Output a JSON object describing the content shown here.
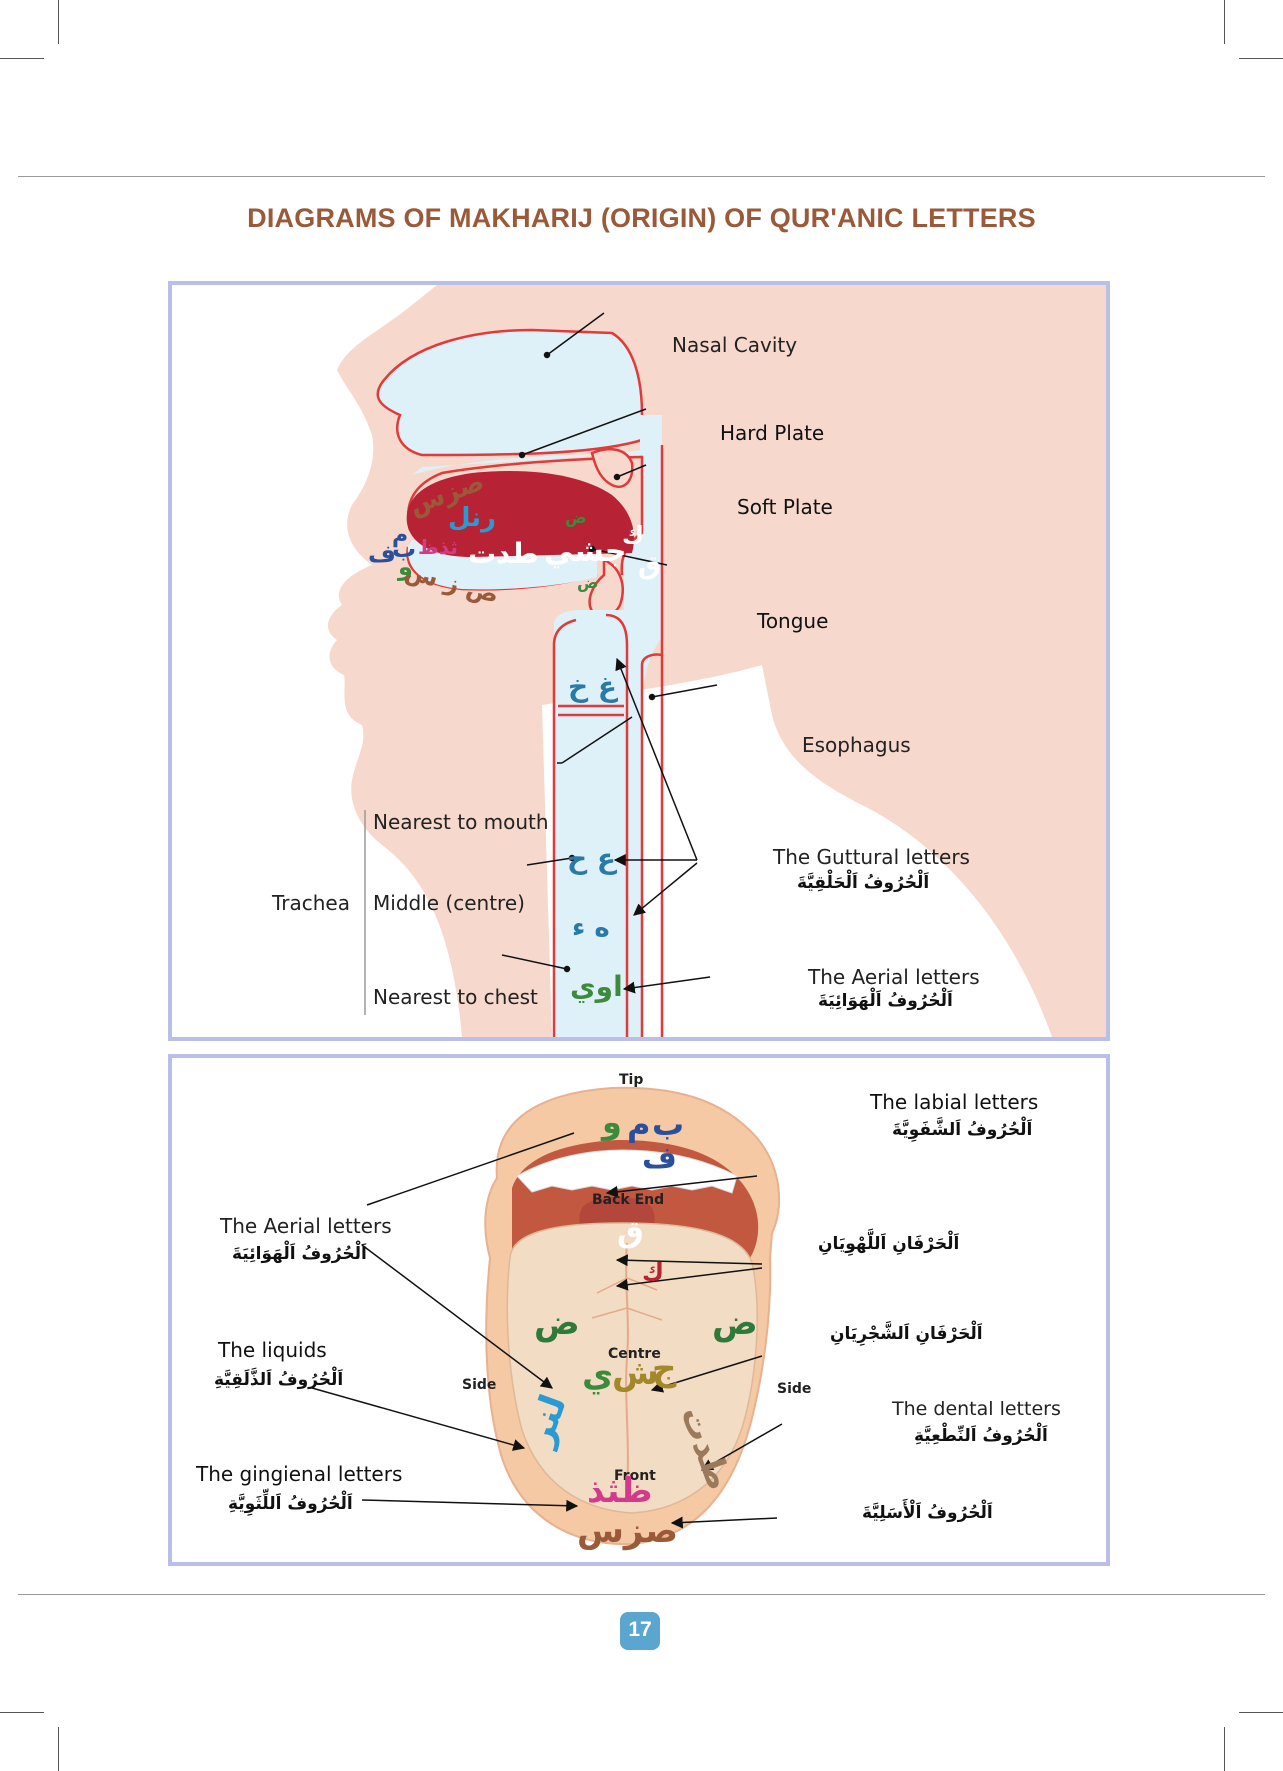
{
  "page": {
    "title": "DIAGRAMS OF MAKHARIJ (ORIGIN) OF QUR'ANIC LETTERS",
    "page_number": "17"
  },
  "colors": {
    "title": "#9a5a3a",
    "skin": "#f6d8cd",
    "cavity": "#dff1f8",
    "outline": "#e03a3a",
    "tongue": "#b72334",
    "frame": "#b9bfe6",
    "badge": "#5ba6cf"
  },
  "top_diagram": {
    "labels": {
      "nasal_cavity": "Nasal Cavity",
      "hard_plate": "Hard Plate",
      "soft_plate": "Soft Plate",
      "tongue": "Tongue",
      "esophagus": "Esophagus",
      "trachea": "Trachea",
      "nearest_to_mouth": "Nearest to mouth",
      "middle_centre": "Middle (centre)",
      "nearest_to_chest": "Nearest to chest",
      "guttural_en": "The Guttural letters",
      "guttural_ar": "اَلْحُرُوفُ اَلْحَلْقِيَّةَ",
      "aerial_en": "The Aerial letters",
      "aerial_ar": "اَلْحُرُوفُ اَلْهَوَائِيَةَ"
    },
    "letters": {
      "lips_fa": "ف",
      "lips_ba": "ب",
      "lips_mim": "م",
      "lips_waw": "و",
      "teeth_upper": "صزس",
      "teeth_lower": "ص ز س",
      "tha_dha": "ثذظ",
      "ra_nun_lam": "رنل",
      "ta_dal_ta": "طدت",
      "jim_shin_ya": "جشي",
      "kaf": "ك",
      "qaf": "ق",
      "dad_top": "ض",
      "dad_bottom": "ض",
      "ghain_kha": "غ خ",
      "ain_ha": "ع ح",
      "ha_hamza": "ه ء",
      "alif_waw_ya": "اوي"
    }
  },
  "bottom_diagram": {
    "labels": {
      "tip": "Tip",
      "back_end": "Back End",
      "centre": "Centre",
      "side_left": "Side",
      "side_right": "Side",
      "front": "Front",
      "labial_en": "The labial letters",
      "labial_ar": "اَلْحُرُوفُ اَلشَّفَوِيَّةَ",
      "lahawiyan_ar": "اَلْحَرْفَانِ اَللَّهْوِيَانِ",
      "shajriyan_ar": "اَلْحَرْفَانِ اَلشَّجْرِيَانِ",
      "dental_en": "The dental letters",
      "dental_ar": "اَلْحُرُوفُ اَلنِّطْعِيَّةِ",
      "asaliyah_ar": "اَلْحُرُوفُ اَلْأَسَلِيَّةَ",
      "aerial_en": "The Aerial letters",
      "aerial_ar": "اَلْحُرُوفُ اَلْهَوَائِيَةَ",
      "liquids_en": "The liquids",
      "liquids_ar": "اَلْحُرُوفُ اَلذَّلَقِيَّةِ",
      "gingienal_en": "The gingienal letters",
      "gingienal_ar": "اَلْحُرُوفُ اَللِّثَوِيَّةِ"
    },
    "letters": {
      "ba": "ب",
      "mim": "م",
      "waw": "و",
      "fa": "ف",
      "qaf": "ق",
      "kaf": "ك",
      "dad_left": "ض",
      "dad_right": "ض",
      "ya": "ي",
      "shin": "ش",
      "jim": "ج",
      "lam_nun_ra": "لنر",
      "ta_dal_ta": "طدت",
      "dha_tha_dhal": "ظثذ",
      "sad_zay_sin": "صزس"
    }
  }
}
